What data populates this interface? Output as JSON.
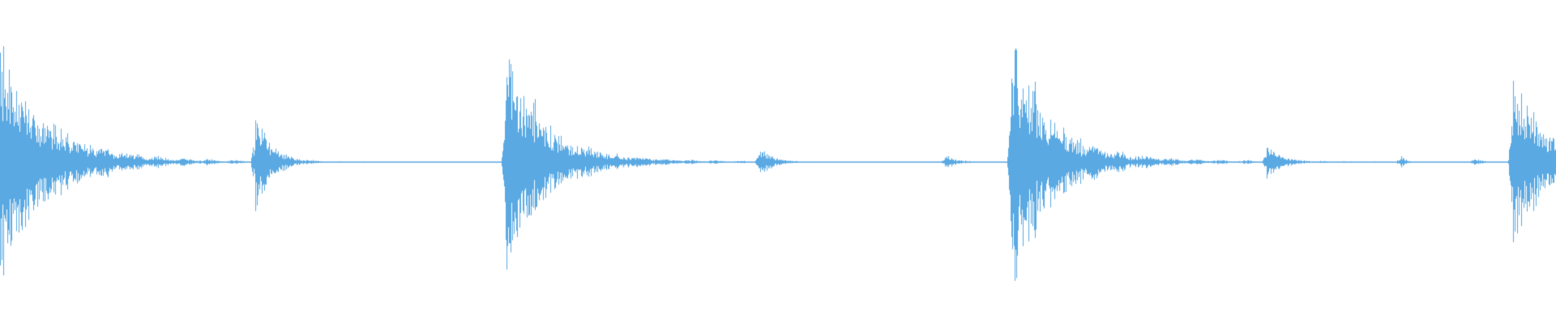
{
  "waveform": {
    "color": "#5AA9E3",
    "background": "#FFFFFF",
    "events": [
      {
        "time": 0.0,
        "amplitude": 0.8,
        "decay": 0.028,
        "tail": 0.06
      },
      {
        "time": 0.164,
        "amplitude": 0.33,
        "decay": 0.01,
        "tail": 0.012
      },
      {
        "time": 0.325,
        "amplitude": 0.77,
        "decay": 0.024,
        "tail": 0.05
      },
      {
        "time": 0.488,
        "amplitude": 0.11,
        "decay": 0.008,
        "tail": 0.008
      },
      {
        "time": 0.607,
        "amplitude": 0.05,
        "decay": 0.008,
        "tail": 0.004
      },
      {
        "time": 0.65,
        "amplitude": 0.82,
        "decay": 0.024,
        "tail": 0.07
      },
      {
        "time": 0.814,
        "amplitude": 0.14,
        "decay": 0.009,
        "tail": 0.01
      },
      {
        "time": 0.9,
        "amplitude": 0.05,
        "decay": 0.003,
        "tail": 0.002
      },
      {
        "time": 0.947,
        "amplitude": 0.03,
        "decay": 0.005,
        "tail": 0.002
      },
      {
        "time": 0.972,
        "amplitude": 0.62,
        "decay": 0.02,
        "tail": 0.04
      }
    ]
  }
}
